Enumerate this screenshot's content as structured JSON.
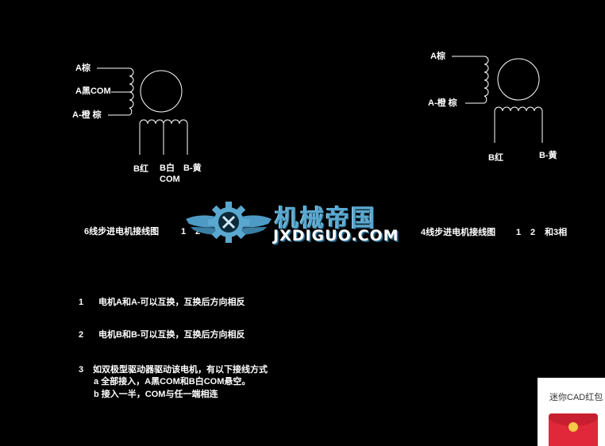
{
  "diagram_6wire": {
    "label_a": "A棕",
    "label_a_com": "A黑COM",
    "label_a_minus": "A-橙  棕",
    "label_b": "B红",
    "label_b_white": "B白",
    "label_com": "COM",
    "label_b_minus": "B-黄",
    "caption_title": "6线步进电机接线图",
    "caption_1": "1",
    "caption_2": "2"
  },
  "diagram_4wire": {
    "label_a": "A棕",
    "label_a_minus": "A-橙  棕",
    "label_b": "B红",
    "label_b_minus": "B-黄",
    "caption_title": "4线步进电机接线图",
    "caption_1": "1",
    "caption_2": "2",
    "caption_3": "和3相"
  },
  "watermark": {
    "cn": "机械帝国",
    "en": "JXDIGUO.COM"
  },
  "notes": {
    "n1_num": "1",
    "n1_text": "电机A和A-可以互换，互换后方向相反",
    "n2_num": "2",
    "n2_text": "电机B和B-可以互换，互换后方向相反",
    "n3_num": "3",
    "n3_text": "如双极型驱动器驱动该电机，有以下接线方式",
    "n3_a": "a  全部接入，A黑COM和B白COM悬空。",
    "n3_b": "b  接入一半，COM与任一端相连"
  },
  "ad": {
    "text": "迷你CAD红包"
  },
  "colors": {
    "background": "#000000",
    "line": "#ffffff",
    "logo_blue": "#5aa8cf",
    "ad_red": "#e0283a"
  }
}
